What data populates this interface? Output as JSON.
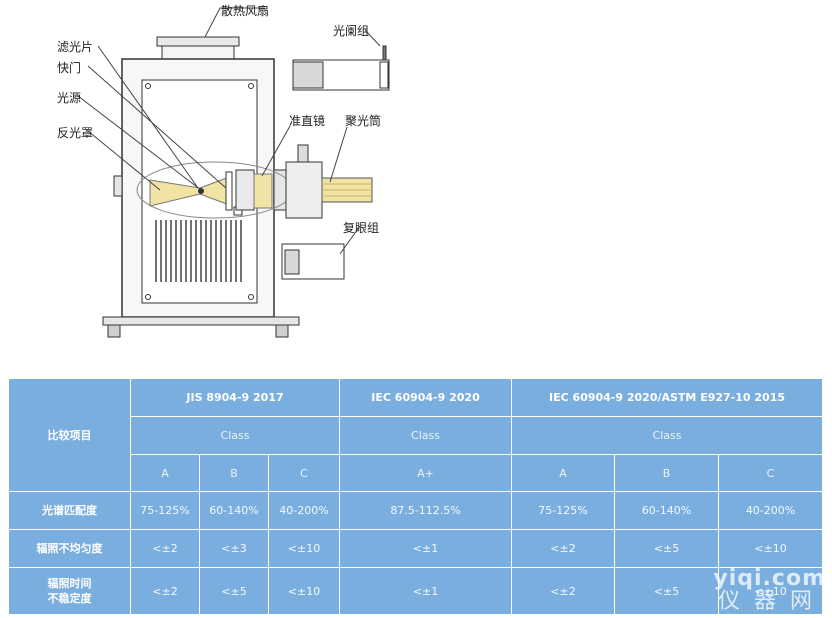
{
  "diagram": {
    "labels": {
      "fan": "散热风扇",
      "aperture_group": "光阑组",
      "filter": "滤光片",
      "shutter": "快门",
      "light_source": "光源",
      "reflector": "反光罩",
      "collimator": "准直镜",
      "condenser_tube": "聚光筒",
      "fly_eye": "复眼组"
    }
  },
  "table": {
    "item_header": "比较项目",
    "standards": [
      "JIS 8904-9 2017",
      "IEC 60904-9 2020",
      "IEC 60904-9 2020/ASTM E927-10 2015"
    ],
    "class_label": "Class",
    "classes": [
      "A",
      "B",
      "C",
      "A+",
      "A",
      "B",
      "C"
    ],
    "rows": [
      {
        "label": "光谱匹配度",
        "label2": "",
        "values": [
          "75-125%",
          "60-140%",
          "40-200%",
          "87.5-112.5%",
          "75-125%",
          "60-140%",
          "40-200%"
        ]
      },
      {
        "label": "辐照不均匀度",
        "label2": "",
        "values": [
          "<±2",
          "<±3",
          "<±10",
          "<±1",
          "<±2",
          "<±5",
          "<±10"
        ]
      },
      {
        "label": "辐照时间",
        "label2": "不稳定度",
        "values": [
          "<±2",
          "<±5",
          "<±10",
          "<±1",
          "<±2",
          "<±5",
          "<±10"
        ]
      }
    ]
  },
  "watermark": {
    "en": "yiqi.com",
    "cn": "仪器网"
  }
}
